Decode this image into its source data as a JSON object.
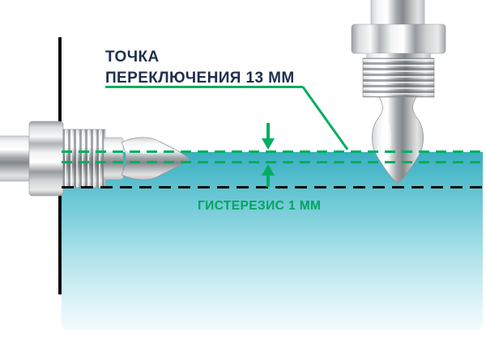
{
  "labels": {
    "switch_point": "ТОЧКА\nПЕРЕКЛЮЧЕНИЯ 13 мм",
    "hysteresis": "ГИСТЕРЕЗИС 1 мм"
  },
  "values": {
    "switch_point_mm": 13,
    "hysteresis_mm": 1
  },
  "colors": {
    "accent_green": "#00AE60",
    "title_navy": "#1F2F4D",
    "water_top": "#38AFC1",
    "water_bottom": "#F3FCFD",
    "level_line_black": "#0D0D0D"
  },
  "icons": {
    "arrow_down": "arrow-down-icon",
    "arrow_up": "arrow-up-icon"
  }
}
